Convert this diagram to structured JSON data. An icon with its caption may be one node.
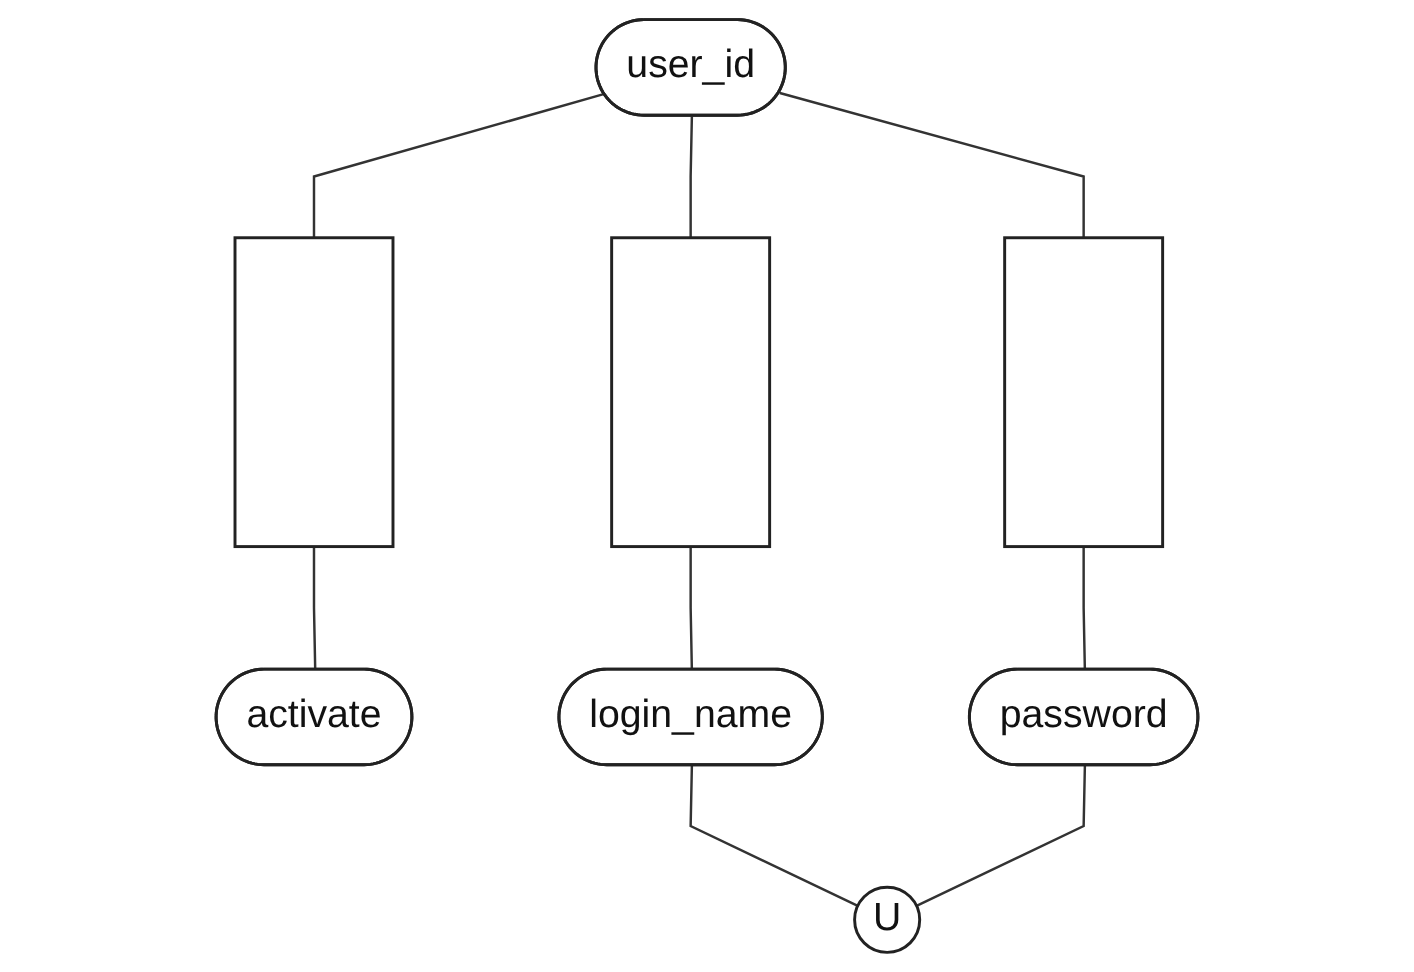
{
  "diagram": {
    "nodes": [
      {
        "text": [
          "user_id"
        ]
      },
      {
        "text": [],
        "shape": "box"
      },
      {
        "text": [],
        "shape": "box"
      },
      {
        "text": [],
        "shape": "box"
      },
      {
        "text": [
          "activate"
        ]
      },
      {
        "text": [
          "login_name"
        ]
      },
      {
        "text": [
          "U"
        ]
      },
      {
        "text": [
          "password"
        ]
      }
    ],
    "edges": [
      {
        "from": 0,
        "to": 1,
        "arrow": "none"
      },
      {
        "from": 1,
        "to": 4,
        "arrow": "none"
      },
      {
        "from": 0,
        "to": 2,
        "arrow": "none"
      },
      {
        "from": 2,
        "to": 5,
        "arrow": "none"
      },
      {
        "from": 0,
        "to": 3,
        "arrow": "none"
      },
      {
        "from": 3,
        "to": 7,
        "arrow": "none"
      },
      {
        "from": 5,
        "to": 6,
        "arrow": "none"
      },
      {
        "from": 7,
        "to": 6,
        "arrow": "none"
      }
    ]
  }
}
